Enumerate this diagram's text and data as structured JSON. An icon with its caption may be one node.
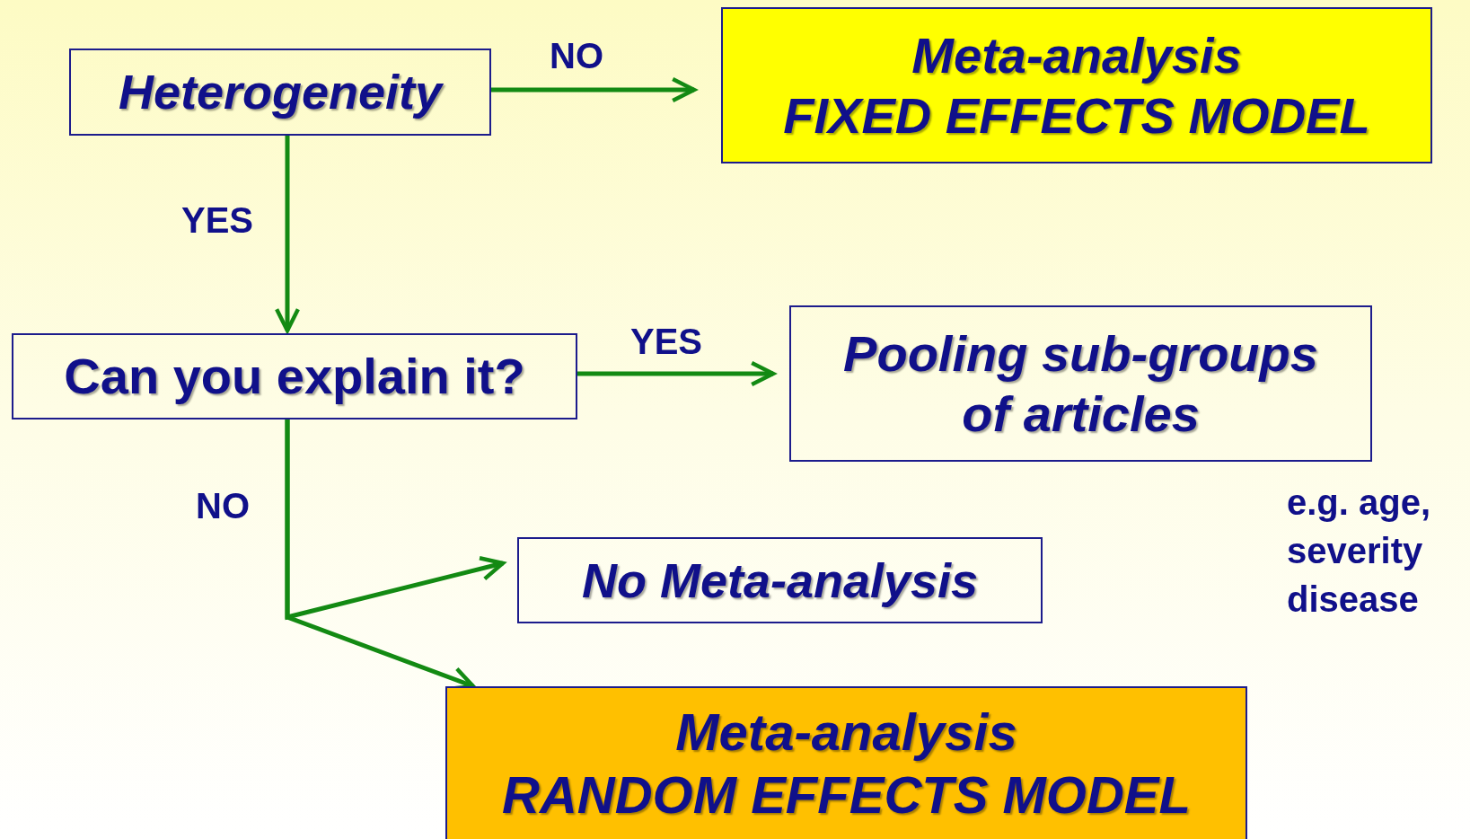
{
  "diagram": {
    "nodes": [
      {
        "text": [
          "Heterogeneity"
        ]
      },
      {
        "text": [
          "Meta-analysis",
          "FIXED EFFECTS MODEL"
        ]
      },
      {
        "text": [
          "Can you explain it?"
        ]
      },
      {
        "text": [
          "Pooling sub-groups of articles"
        ]
      },
      {
        "text": [
          "No Meta-analysis"
        ]
      },
      {
        "text": [
          "Meta-analysis",
          "RANDOM EFFECTS MODEL"
        ]
      }
    ],
    "edges": [
      {
        "from": 0,
        "to": 1,
        "arrow": "to",
        "label": "NO"
      },
      {
        "from": 0,
        "to": 2,
        "arrow": "to",
        "label": "YES"
      },
      {
        "from": 2,
        "to": 3,
        "arrow": "to",
        "label": "YES"
      },
      {
        "from": 2,
        "to": 4,
        "arrow": "to",
        "label": "NO"
      },
      {
        "from": 2,
        "to": 5,
        "arrow": "to"
      }
    ],
    "labels": [
      "e.g. age, severity disease"
    ]
  }
}
